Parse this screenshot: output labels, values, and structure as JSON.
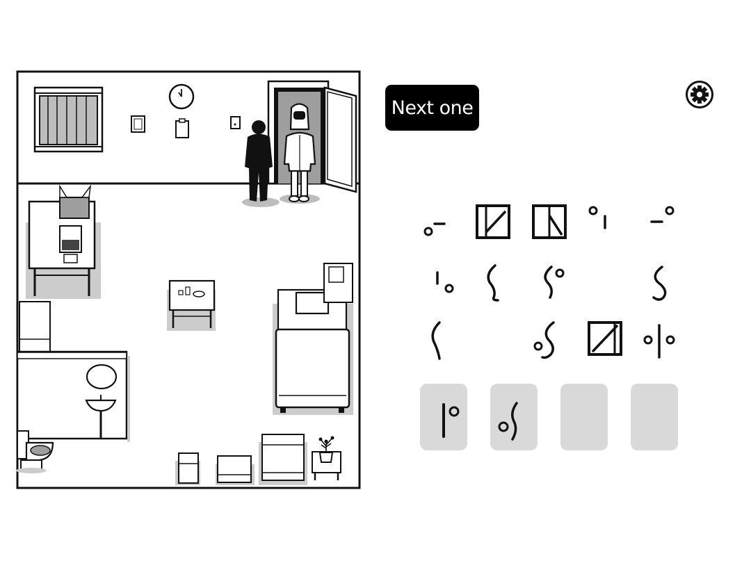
{
  "toolbar": {
    "next_label": "Next one",
    "settings_icon": "gear-icon"
  },
  "scene": {
    "clock_icon": "clock-icon",
    "characters": [
      "shadow-figure",
      "hazmat-figure"
    ]
  },
  "glyph_grid": {
    "rows": [
      [
        "glyph-dot-dash",
        "glyph-box-diagonal",
        "glyph-box-split",
        "glyph-dot-bar",
        "glyph-dash-dot"
      ],
      [
        "glyph-bar-dot",
        "glyph-s-curve",
        "glyph-s-dot",
        "",
        "glyph-s-curve"
      ],
      [
        "glyph-arc",
        "",
        "glyph-dot-s",
        "glyph-box-diagonal",
        "glyph-dot-bar-dot"
      ]
    ]
  },
  "answer_slots": [
    "glyph-bar-dot",
    "glyph-dot-arc",
    "",
    ""
  ],
  "colors": {
    "button_bg": "#000000",
    "button_text": "#ffffff",
    "slot_bg": "#d9d9d9",
    "shadow": "#cccccc"
  }
}
